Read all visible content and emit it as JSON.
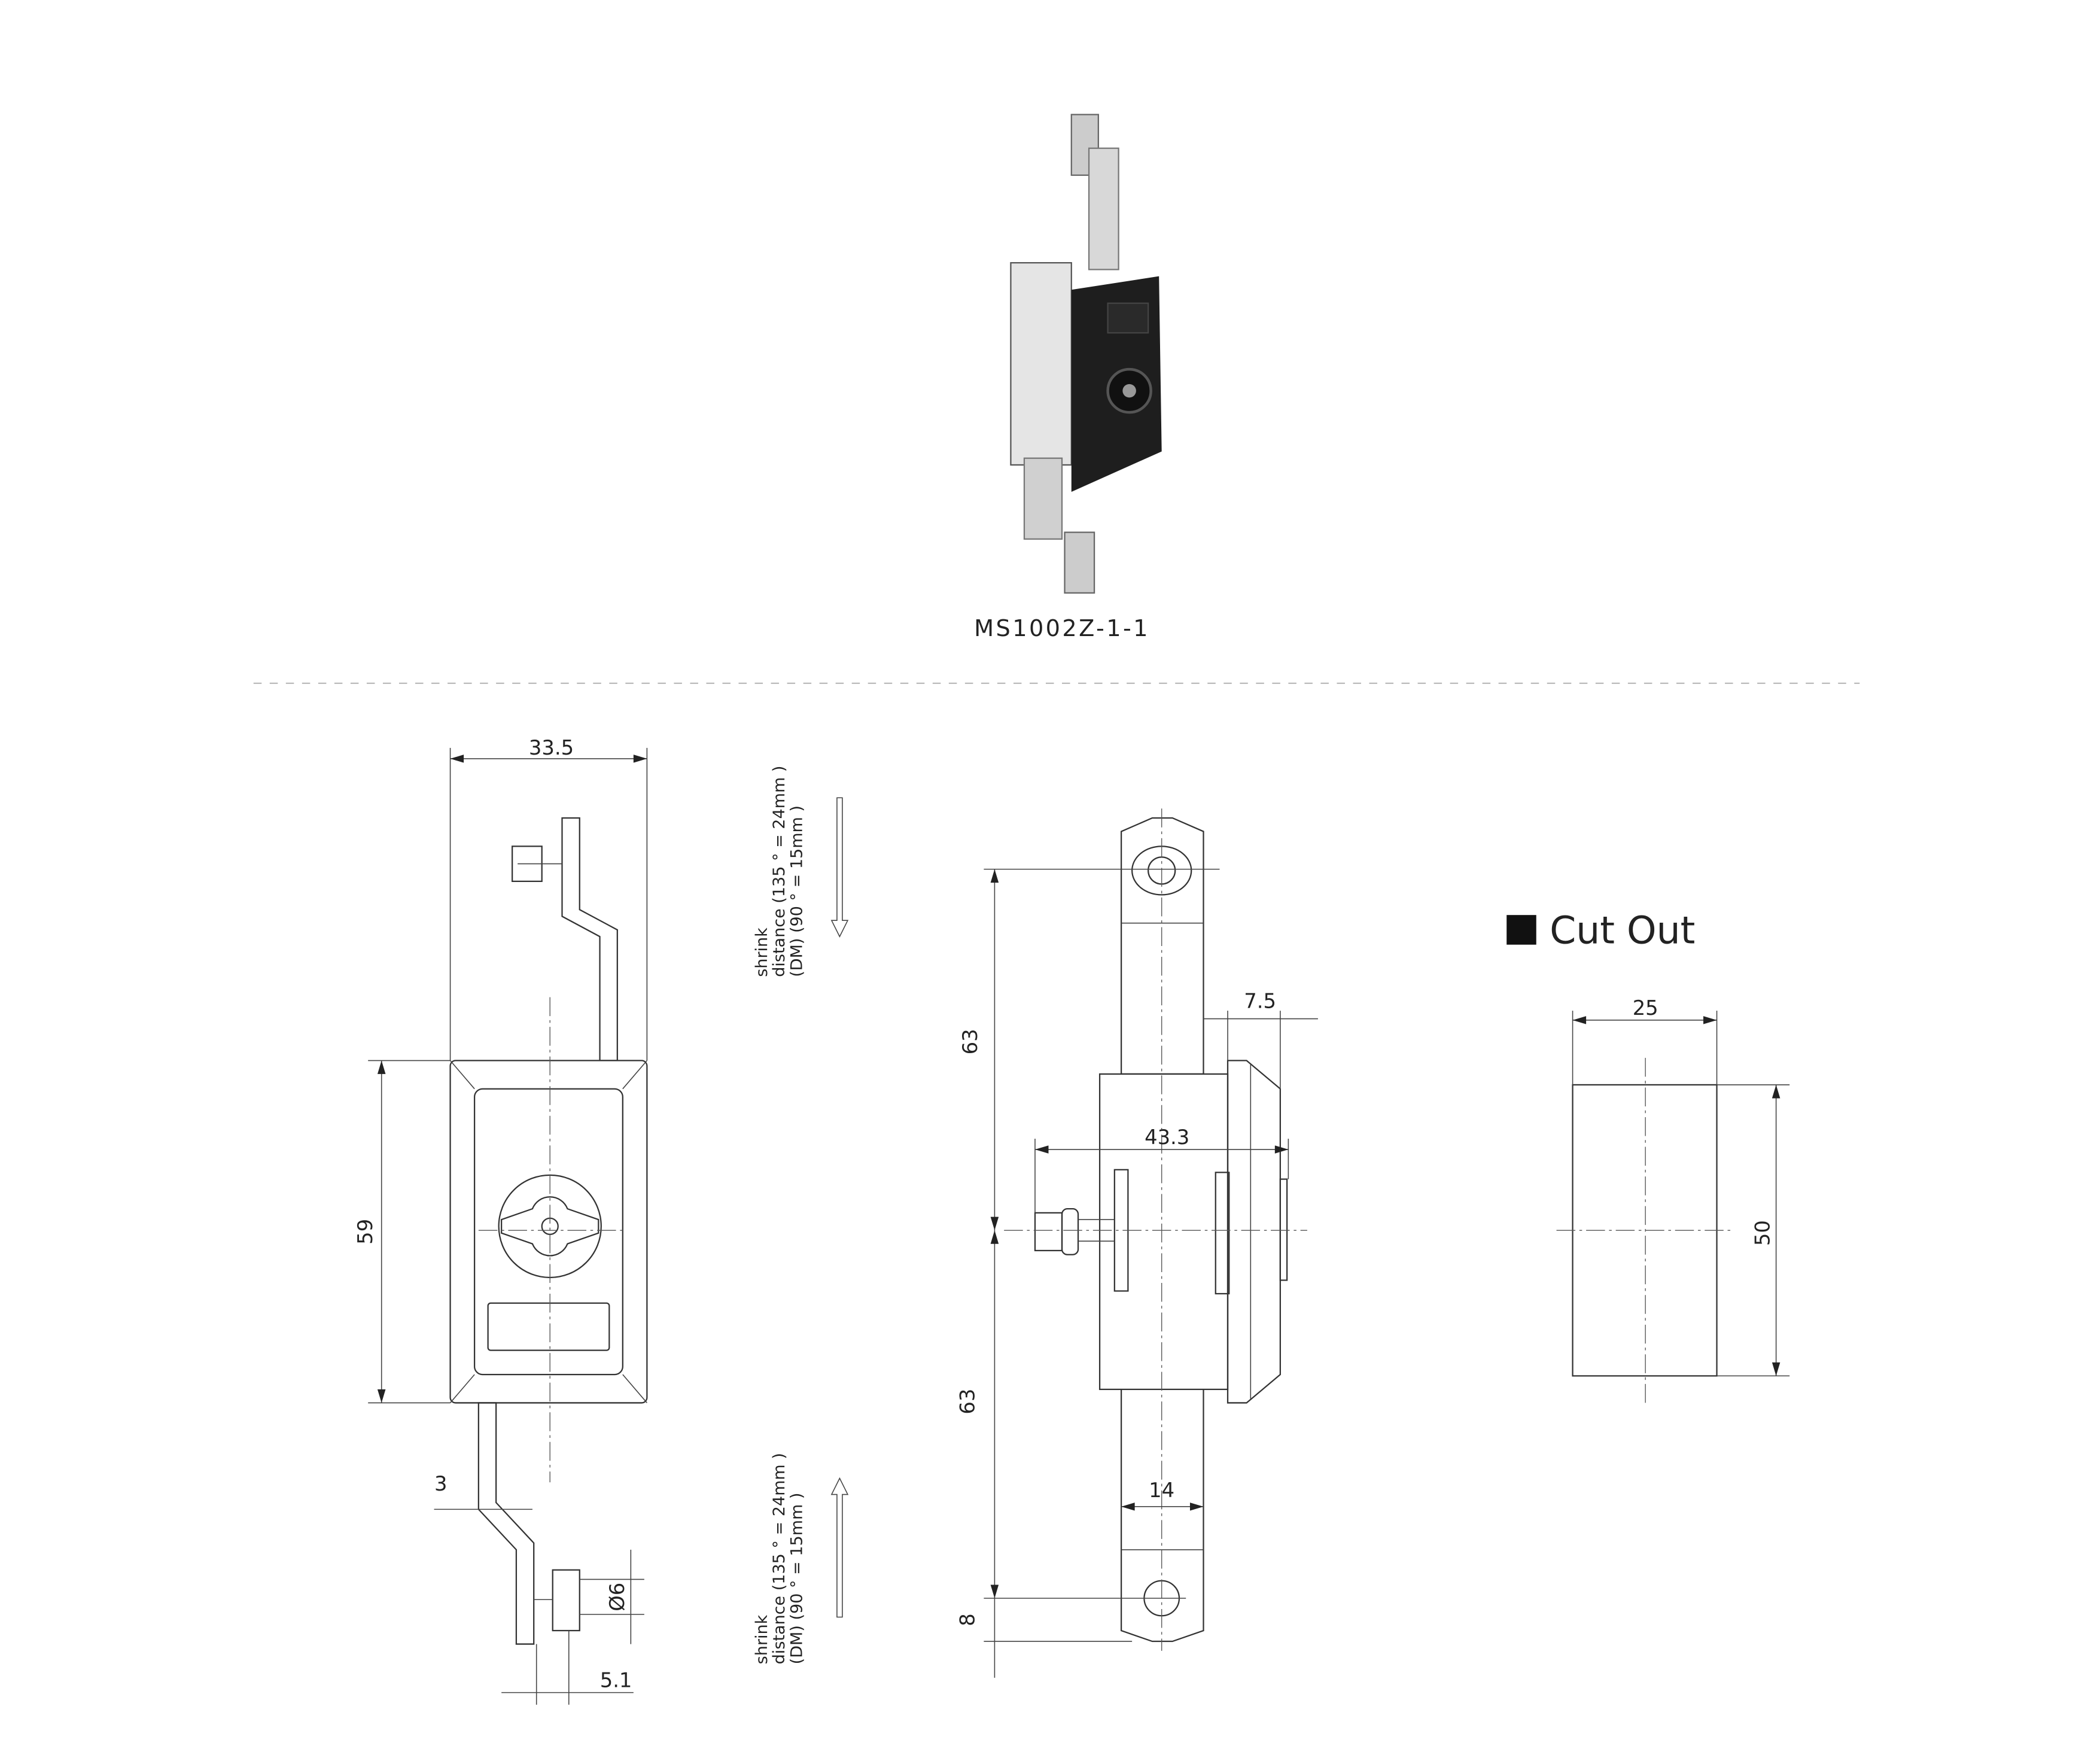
{
  "product": {
    "model": "MS1002Z-1-1"
  },
  "front_view": {
    "width": "33.5",
    "height": "59",
    "offset": "3",
    "pin_dia": "Ø6",
    "pin_len": "5.1"
  },
  "shrink_note_top": {
    "line1": "shrink",
    "line2": "distance (135 ° = 24mm )",
    "line3": "(DM)          (90 ° = 15mm )"
  },
  "shrink_note_bottom": {
    "line1": "shrink",
    "line2": "distance (135 ° = 24mm )",
    "line3": "(DM)          (90 ° = 15mm )"
  },
  "side_view": {
    "upper": "63",
    "lower": "63",
    "end": "8",
    "depth": "43.3",
    "face": "7.5",
    "bar_width": "14"
  },
  "cutout": {
    "title": "Cut Out",
    "width": "25",
    "height": "50"
  }
}
